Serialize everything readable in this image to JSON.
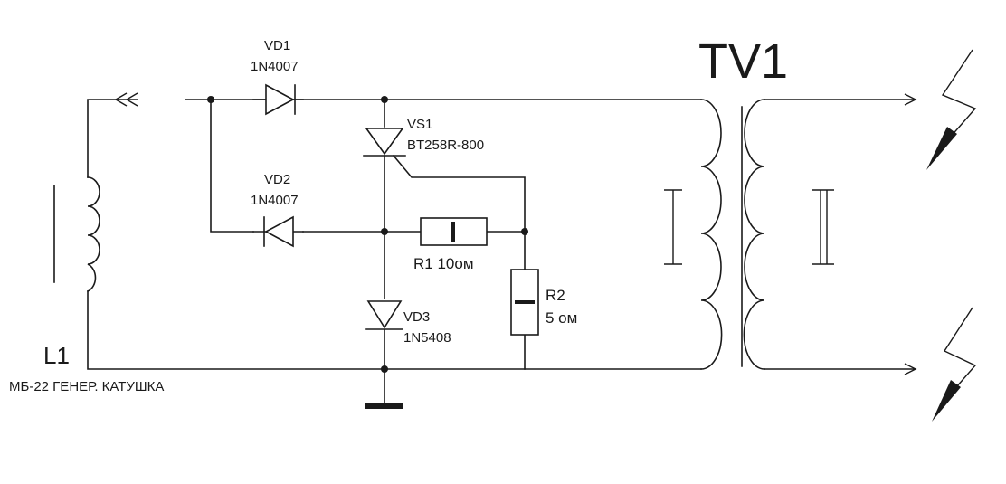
{
  "diagram": {
    "transformer": {
      "label": "TV1",
      "primary_mark": "I",
      "secondary_mark": "II"
    },
    "coil": {
      "label": "L1",
      "description": "МБ-22 ГЕНЕР. КАТУШКА"
    },
    "vd1": {
      "name": "VD1",
      "part": "1N4007"
    },
    "vd2": {
      "name": "VD2",
      "part": "1N4007"
    },
    "vd3": {
      "name": "VD3",
      "part": "1N5408"
    },
    "vs1": {
      "name": "VS1",
      "part": "BT258R-800"
    },
    "r1": {
      "label": "R1 10ом"
    },
    "r2": {
      "name": "R2",
      "value": "5 ом"
    }
  }
}
